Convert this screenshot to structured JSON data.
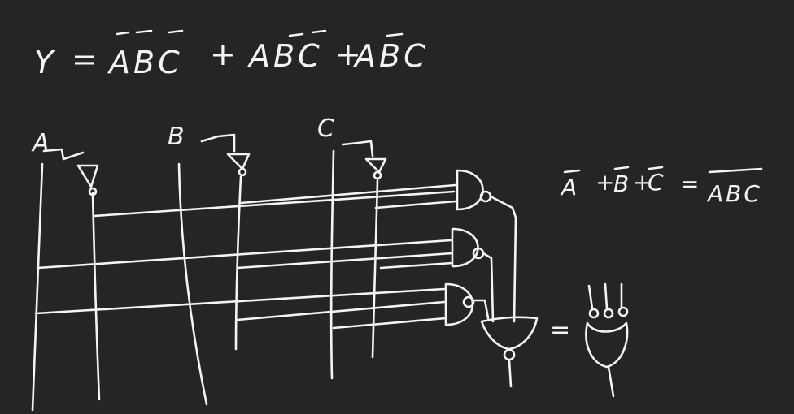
{
  "canvas": {
    "background": "#252525",
    "ink": "#f4f4f4"
  },
  "equation": {
    "lhs": "Y",
    "eq": "=",
    "term1": "ABC",
    "plus1": "+",
    "term2": "ABC",
    "plus2": "+",
    "term3": "ABC"
  },
  "inputs": [
    "A",
    "B",
    "C"
  ],
  "identity": {
    "lhs_a": "A",
    "plus1": "+",
    "lhs_b": "B",
    "plus2": "+",
    "lhs_c": "C",
    "eq": "=",
    "rhs": "ABC"
  },
  "equals_sign": "=",
  "icons": {
    "not_gate": "not-gate-icon",
    "nand_gate": "nand-gate-icon",
    "or_gate": "or-gate-icon"
  }
}
